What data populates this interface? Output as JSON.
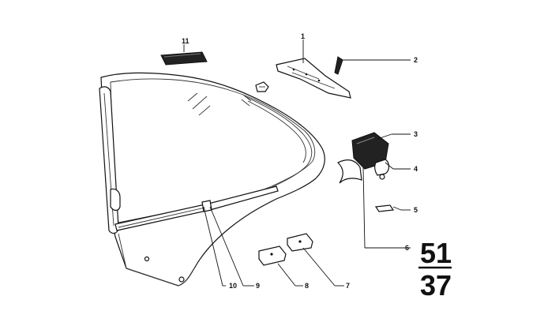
{
  "callouts": {
    "c1": "1",
    "c2": "2",
    "c3": "3",
    "c4": "4",
    "c5": "5",
    "c6": "6",
    "c7": "7",
    "c8": "8",
    "c9": "9",
    "c10": "10",
    "c11": "11"
  },
  "group_number": {
    "main": "51",
    "sub": "37"
  },
  "colors": {
    "ink": "#111111",
    "background": "#ffffff"
  }
}
